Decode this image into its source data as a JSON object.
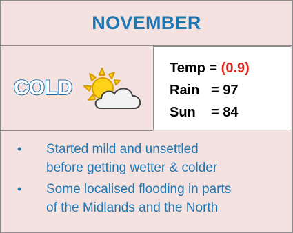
{
  "header": {
    "title": "NOVEMBER"
  },
  "condition": {
    "label": "COLD",
    "icon": "sun-behind-cloud-icon"
  },
  "stats": {
    "temp_label": "Temp = ",
    "temp_value": "(0.9)",
    "rain_label": "Rain   = 97",
    "sun_label": "Sun    = 84"
  },
  "notes": [
    {
      "line1": "Started mild and unsettled",
      "line2": "before getting wetter & colder"
    },
    {
      "line1": "Some localised flooding in parts",
      "line2": "of the Midlands and the North"
    }
  ],
  "colors": {
    "accent": "#1f78b4",
    "negative": "#e0271f",
    "background": "#f3e2e0"
  }
}
